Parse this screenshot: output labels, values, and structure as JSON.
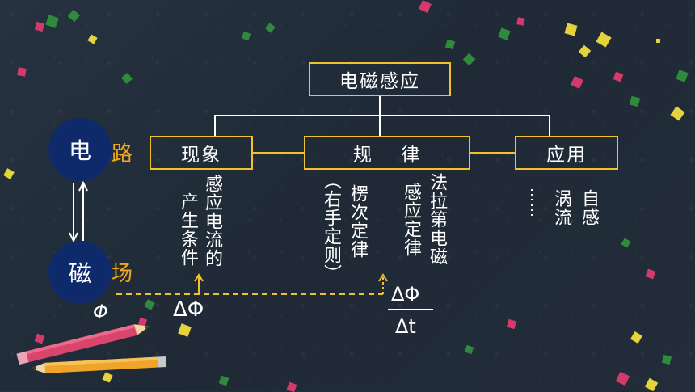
{
  "title_box": "电磁感应",
  "branches": {
    "left": "现象",
    "middle": "规　 律",
    "right": "应用"
  },
  "circles": {
    "top": "电",
    "bottom": "磁"
  },
  "side_labels": {
    "top": "路",
    "bottom": "场"
  },
  "phenomenon_cols": [
    "感应电流的",
    "产生条件"
  ],
  "law_cols": [
    "楞次定律",
    "（右手定则）"
  ],
  "faraday_cols": [
    "法拉第电磁",
    "感应定律"
  ],
  "application_cols": [
    "自感",
    "涡流",
    "……"
  ],
  "symbols": {
    "phi": "Φ",
    "delta_phi": "ΔΦ",
    "frac_num": "ΔΦ",
    "frac_den": "Δt"
  },
  "colors": {
    "box_border": "#f2c12e",
    "accent_text": "#f2a81d",
    "circle": "#0f2a6b",
    "background": "#243040"
  }
}
